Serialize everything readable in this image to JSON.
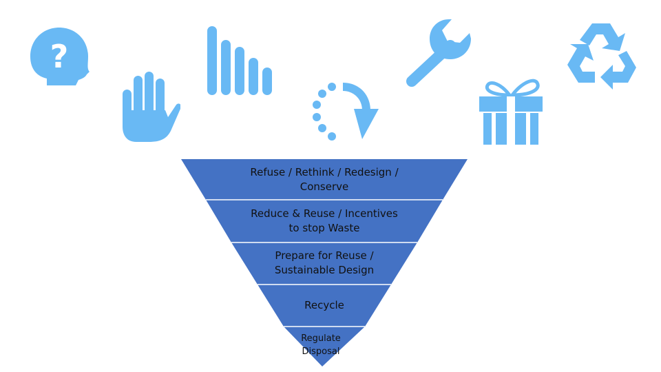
{
  "colors": {
    "icon": "#69b9f4",
    "funnel": "#4472c4",
    "divider": "#ffffff",
    "text": "#111111"
  },
  "icons": [
    "head-question-icon",
    "raised-hand-icon",
    "descending-bars-icon",
    "circular-arrow-icon",
    "wrench-icon",
    "gift-box-icon",
    "recycle-icon"
  ],
  "funnel": {
    "levels": [
      {
        "line1": "Refuse / Rethink / Redesign /",
        "line2": "Conserve"
      },
      {
        "line1": "Reduce & Reuse / Incentives",
        "line2": "to stop Waste"
      },
      {
        "line1": "Prepare for Reuse /",
        "line2": "Sustainable Design"
      },
      {
        "line1": "Recycle"
      },
      {
        "line1": "Regulate",
        "line2": "Disposal"
      }
    ]
  }
}
